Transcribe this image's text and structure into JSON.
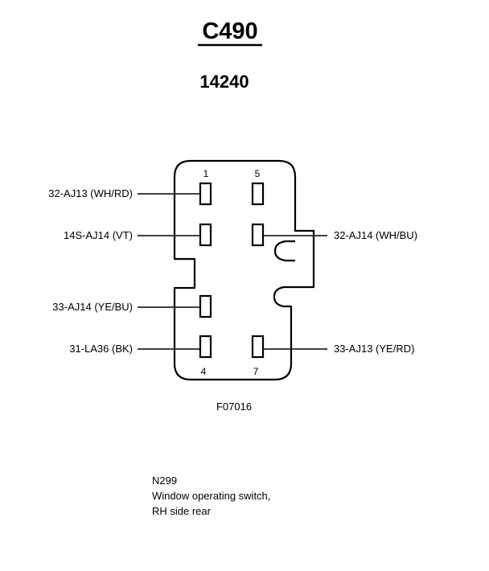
{
  "connector": {
    "title": "C490",
    "subtitle": "14240"
  },
  "pins": {
    "p1": {
      "number": "1",
      "wire": "32-AJ13 (WH/RD)"
    },
    "p2": {
      "wire": "14S-AJ14 (VT)"
    },
    "p3": {
      "wire": "33-AJ14 (YE/BU)"
    },
    "p4": {
      "number": "4",
      "wire": "31-LA36 (BK)"
    },
    "p5": {
      "number": "5"
    },
    "p6": {
      "wire": "32-AJ14 (WH/BU)"
    },
    "p7": {
      "number": "7",
      "wire": "33-AJ13 (YE/RD)"
    }
  },
  "figure_code": "F07016",
  "component": {
    "code": "N299",
    "line1": "Window operating switch,",
    "line2": "RH side rear"
  },
  "colors": {
    "ink": "#000000",
    "background": "#ffffff"
  }
}
